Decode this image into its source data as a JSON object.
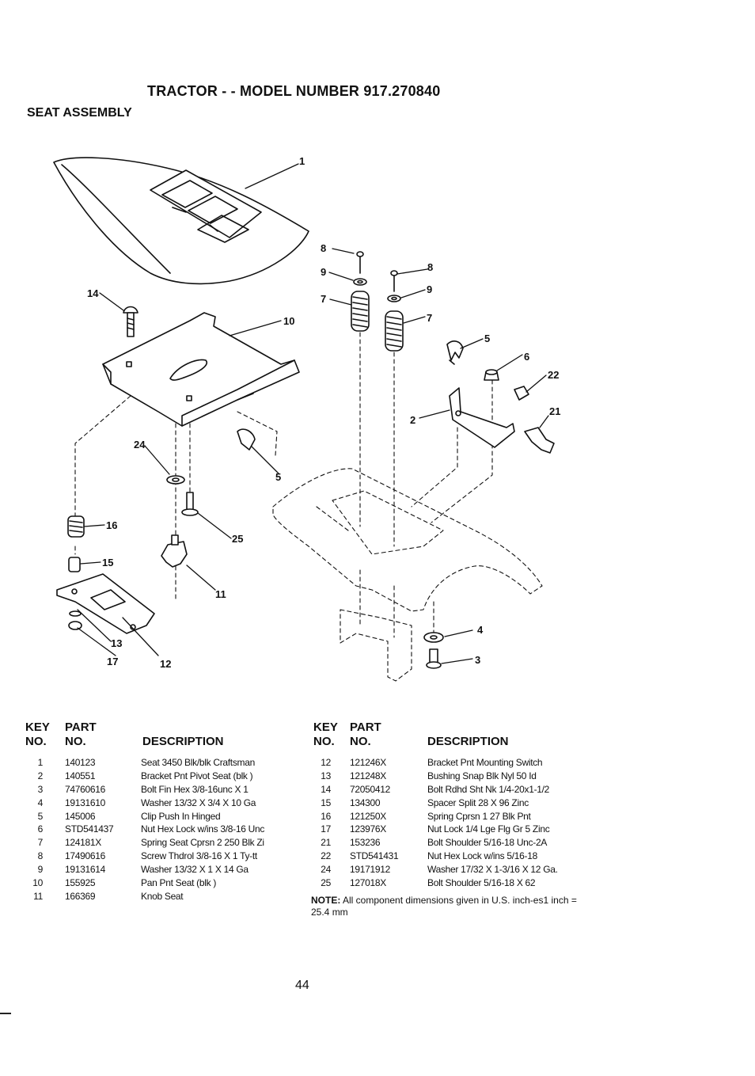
{
  "header": {
    "title": "TRACTOR - - MODEL NUMBER 917.270840",
    "subtitle": "SEAT ASSEMBLY"
  },
  "callouts": [
    "1",
    "2",
    "3",
    "4",
    "5",
    "5",
    "6",
    "7",
    "7",
    "8",
    "8",
    "9",
    "9",
    "10",
    "11",
    "12",
    "13",
    "14",
    "15",
    "16",
    "17",
    "21",
    "22",
    "24",
    "25"
  ],
  "table": {
    "headers": {
      "key": "KEY",
      "no": "NO.",
      "part": "PART",
      "part_no": "NO.",
      "description": "DESCRIPTION"
    },
    "left": [
      {
        "key": "1",
        "part": "140123",
        "desc": "Seat 3450 Blk/blk Craftsman"
      },
      {
        "key": "2",
        "part": "140551",
        "desc": "Bracket Pnt Pivot Seat (blk )"
      },
      {
        "key": "3",
        "part": "74760616",
        "desc": "Bolt Fin Hex 3/8-16unc X 1"
      },
      {
        "key": "4",
        "part": "19131610",
        "desc": "Washer 13/32 X 3/4 X 10 Ga"
      },
      {
        "key": "5",
        "part": "145006",
        "desc": "Clip Push In Hinged"
      },
      {
        "key": "6",
        "part": "STD541437",
        "desc": "Nut Hex Lock w/ins 3/8-16 Unc"
      },
      {
        "key": "7",
        "part": "124181X",
        "desc": "Spring Seat Cprsn 2 250 Blk Zi"
      },
      {
        "key": "8",
        "part": "17490616",
        "desc": "Screw Thdrol 3/8-16 X 1 Ty-tt"
      },
      {
        "key": "9",
        "part": "19131614",
        "desc": "Washer 13/32 X 1 X 14 Ga"
      },
      {
        "key": "10",
        "part": "155925",
        "desc": "Pan Pnt Seat (blk )"
      },
      {
        "key": "11",
        "part": "166369",
        "desc": "Knob Seat"
      }
    ],
    "right": [
      {
        "key": "12",
        "part": "121246X",
        "desc": "Bracket Pnt Mounting Switch"
      },
      {
        "key": "13",
        "part": "121248X",
        "desc": "Bushing Snap Blk Nyl 50 Id"
      },
      {
        "key": "14",
        "part": "72050412",
        "desc": "Bolt Rdhd Sht Nk 1/4-20x1-1/2"
      },
      {
        "key": "15",
        "part": "134300",
        "desc": "Spacer Split 28 X 96 Zinc"
      },
      {
        "key": "16",
        "part": "121250X",
        "desc": "Spring Cprsn 1 27 Blk Pnt"
      },
      {
        "key": "17",
        "part": "123976X",
        "desc": "Nut Lock 1/4 Lge Flg Gr 5 Zinc"
      },
      {
        "key": "21",
        "part": "153236",
        "desc": "Bolt Shoulder 5/16-18 Unc-2A"
      },
      {
        "key": "22",
        "part": "STD541431",
        "desc": "Nut Hex Lock w/ins 5/16-18"
      },
      {
        "key": "24",
        "part": "19171912",
        "desc": "Washer 17/32 X 1-3/16 X 12 Ga."
      },
      {
        "key": "25",
        "part": "127018X",
        "desc": "Bolt Shoulder 5/16-18 X 62"
      }
    ]
  },
  "note": {
    "label": "NOTE:",
    "text": " All component dimensions given in U.S. inch-es1 inch = 25.4 mm"
  },
  "page_number": "44"
}
